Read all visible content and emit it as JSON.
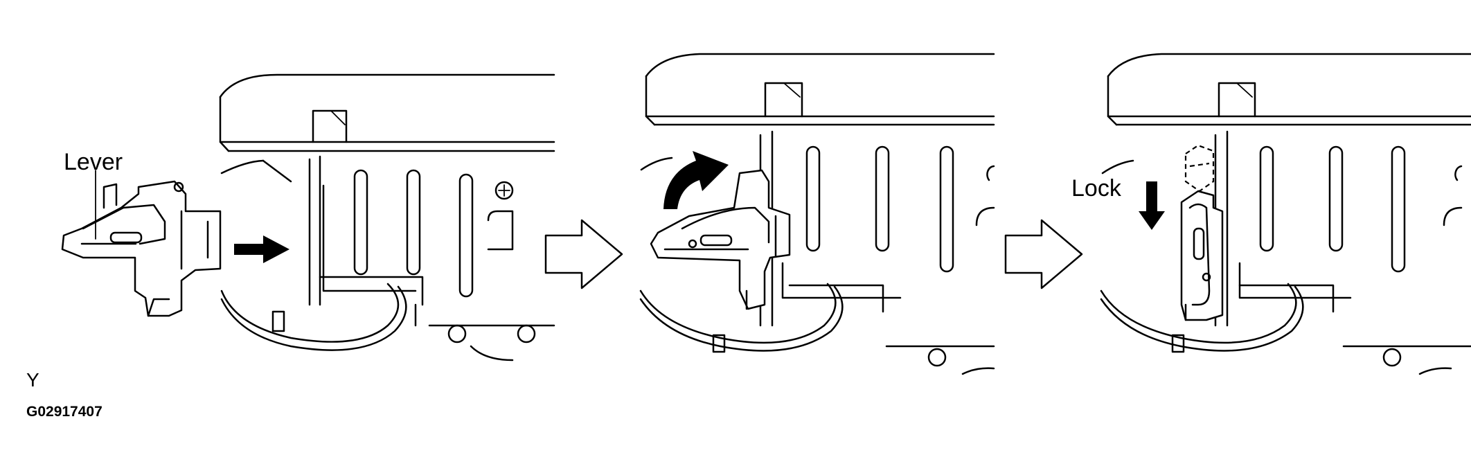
{
  "labels": {
    "lever": "Lever",
    "lock": "Lock",
    "code_line1": "Y",
    "code_line2": "G02917407"
  },
  "colors": {
    "ink": "#000000",
    "paper": "#ffffff"
  }
}
